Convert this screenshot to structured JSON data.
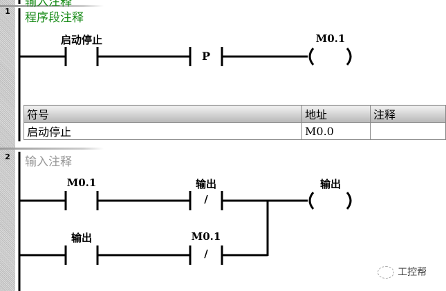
{
  "networks": [
    {
      "number": "1",
      "comment": "程序段注释",
      "comment_color": "#1a8c1a",
      "contact": "启动停止",
      "box": "P",
      "coil": "M0.1",
      "symbol_table": {
        "headers": [
          "符号",
          "地址",
          "注释"
        ],
        "rows": [
          [
            "启动停止",
            "M0.0",
            ""
          ]
        ]
      }
    },
    {
      "number": "2",
      "comment": "输入注释",
      "comment_color": "#999999",
      "rung1": {
        "contact": "M0.1",
        "nc_contact": "输出",
        "coil": "输出"
      },
      "rung2": {
        "contact": "输出",
        "nc_contact": "M0.1"
      },
      "nc_symbol": "/"
    }
  ],
  "prev_comment": "输入注释",
  "watermark": "工控帮"
}
